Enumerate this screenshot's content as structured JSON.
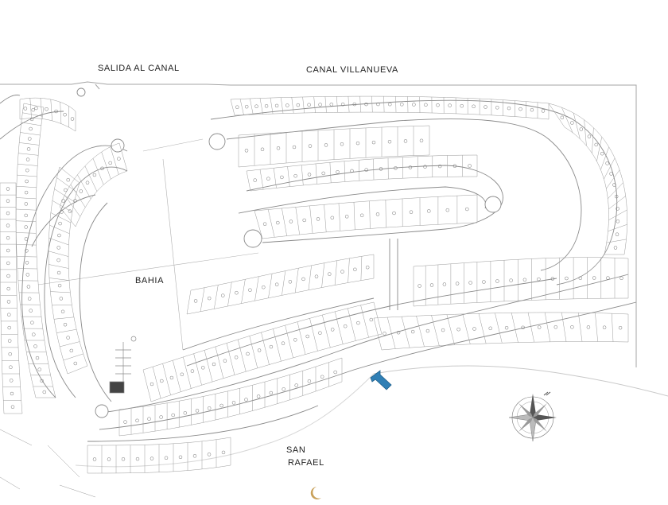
{
  "labels": {
    "salida_al_canal": "SALIDA AL CANAL",
    "canal_villanueva": "CANAL VILLANUEVA",
    "bahia": "BAHIA",
    "san": "SAN",
    "rafael": "RAFAEL"
  },
  "colors": {
    "lot_line": "#888888",
    "boundary": "#9a9a9a",
    "arrow": "#2f7fb5",
    "text": "#222222"
  },
  "icons": {
    "location_marker": "arrow-up-left",
    "compass": "compass-rose",
    "logo": "crescent-moon"
  }
}
